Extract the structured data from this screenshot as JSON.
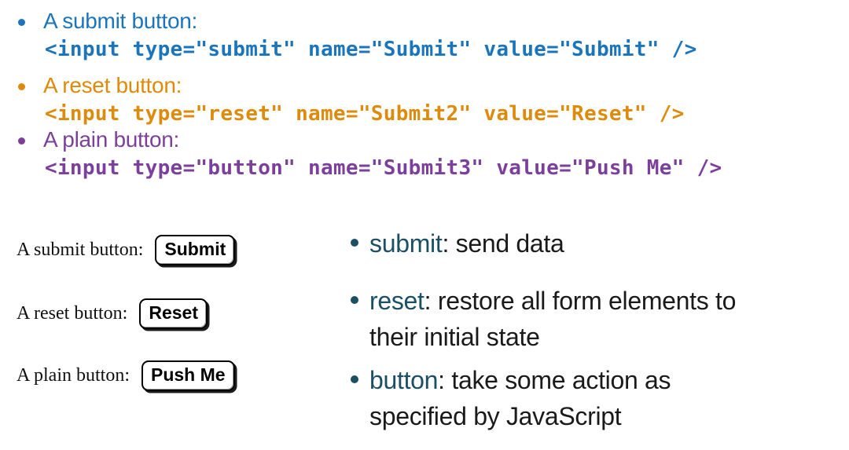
{
  "code_list": {
    "items": [
      {
        "label": "A submit button:",
        "code": "<input type=\"submit\" name=\"Submit\" value=\"Submit\" />"
      },
      {
        "label": "A reset button:",
        "code": "<input type=\"reset\" name=\"Submit2\" value=\"Reset\" />"
      },
      {
        "label": "A plain button:",
        "code": "<input type=\"button\" name=\"Submit3\" value=\"Push Me\" />"
      }
    ]
  },
  "examples": {
    "rows": [
      {
        "label": "A submit button:",
        "button_value": "Submit"
      },
      {
        "label": "A reset button:",
        "button_value": "Reset"
      },
      {
        "label": "A plain button:",
        "button_value": "Push Me"
      }
    ]
  },
  "descriptions": {
    "items": [
      {
        "keyword": "submit",
        "rest": ": send data",
        "line2": ""
      },
      {
        "keyword": "reset",
        "rest": ": restore all form elements to",
        "line2": "their initial state"
      },
      {
        "keyword": "button",
        "rest": ": take some action as",
        "line2": "specified by JavaScript"
      }
    ]
  },
  "colors": {
    "submit_item": "#1B75BC",
    "reset_item": "#DE8A0A",
    "plain_item": "#7C3F9B",
    "keyword_and_bullet": "#1B4F63",
    "body_text": "#1A1A1A",
    "background": "#FFFFFF"
  }
}
